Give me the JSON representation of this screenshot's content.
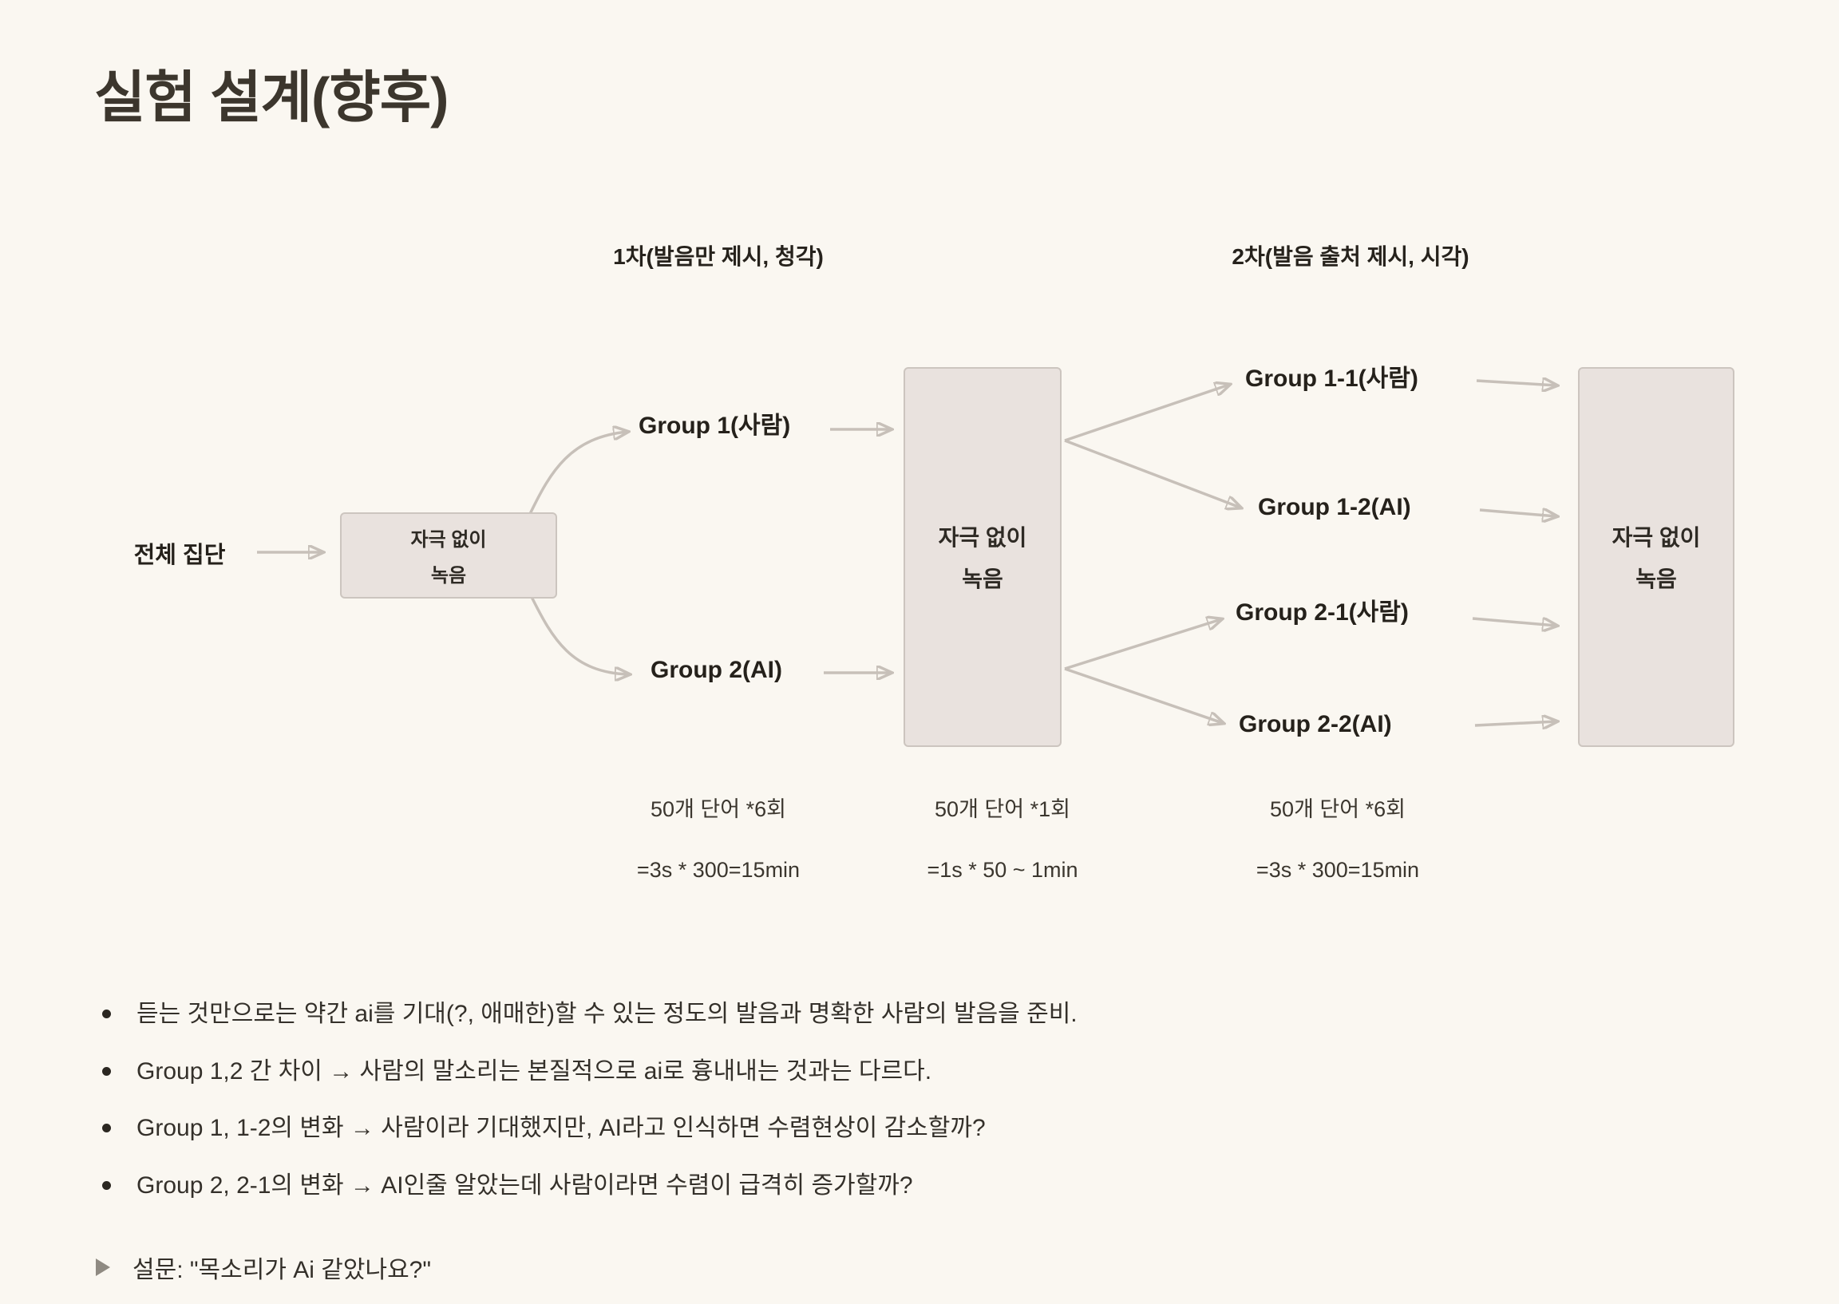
{
  "slide": {
    "title": "실험 설계(향후)"
  },
  "diagram": {
    "phase1_header": "1차(발음만 제시, 청각)",
    "phase2_header": "2차(발음 출처 제시, 시각)",
    "start_label": "전체 집단",
    "record_box": {
      "line1": "자극 없이",
      "line2": "녹음"
    },
    "groups": {
      "g1": "Group 1(사람)",
      "g2": "Group 2(AI)",
      "g11": "Group 1-1(사람)",
      "g12": "Group 1-2(AI)",
      "g21": "Group 2-1(사람)",
      "g22": "Group 2-2(AI)"
    },
    "stats": [
      {
        "line1": "50개 단어 *6회",
        "line2": "=3s * 300=15min"
      },
      {
        "line1": "50개 단어 *1회",
        "line2": "=1s * 50 ~ 1min"
      },
      {
        "line1": "50개 단어 *6회",
        "line2": "=3s * 300=15min"
      }
    ]
  },
  "notes": {
    "bullets": [
      "듣는 것만으로는 약간 ai를 기대(?, 애매한)할 수 있는 정도의 발음과 명확한 사람의 발음을 준비.",
      "Group 1,2 간 차이 → 사람의 말소리는 본질적으로 ai로 흉내내는 것과는 다르다.",
      "Group 1, 1-2의 변화 → 사람이라 기대했지만, AI라고 인식하면 수렴현상이 감소할까?",
      "Group 2, 2-1의 변화 → AI인줄 알았는데 사람이라면 수렴이 급격히 증가할까?"
    ],
    "footnote": "설문: \"목소리가 Ai 같았나요?\""
  },
  "colors": {
    "background": "#faf7f1",
    "box_fill": "#e9e2de",
    "box_border": "#ccc5bf",
    "arrow": "#c7c0b9",
    "text": "#2e2a23",
    "title": "#3c362d"
  }
}
